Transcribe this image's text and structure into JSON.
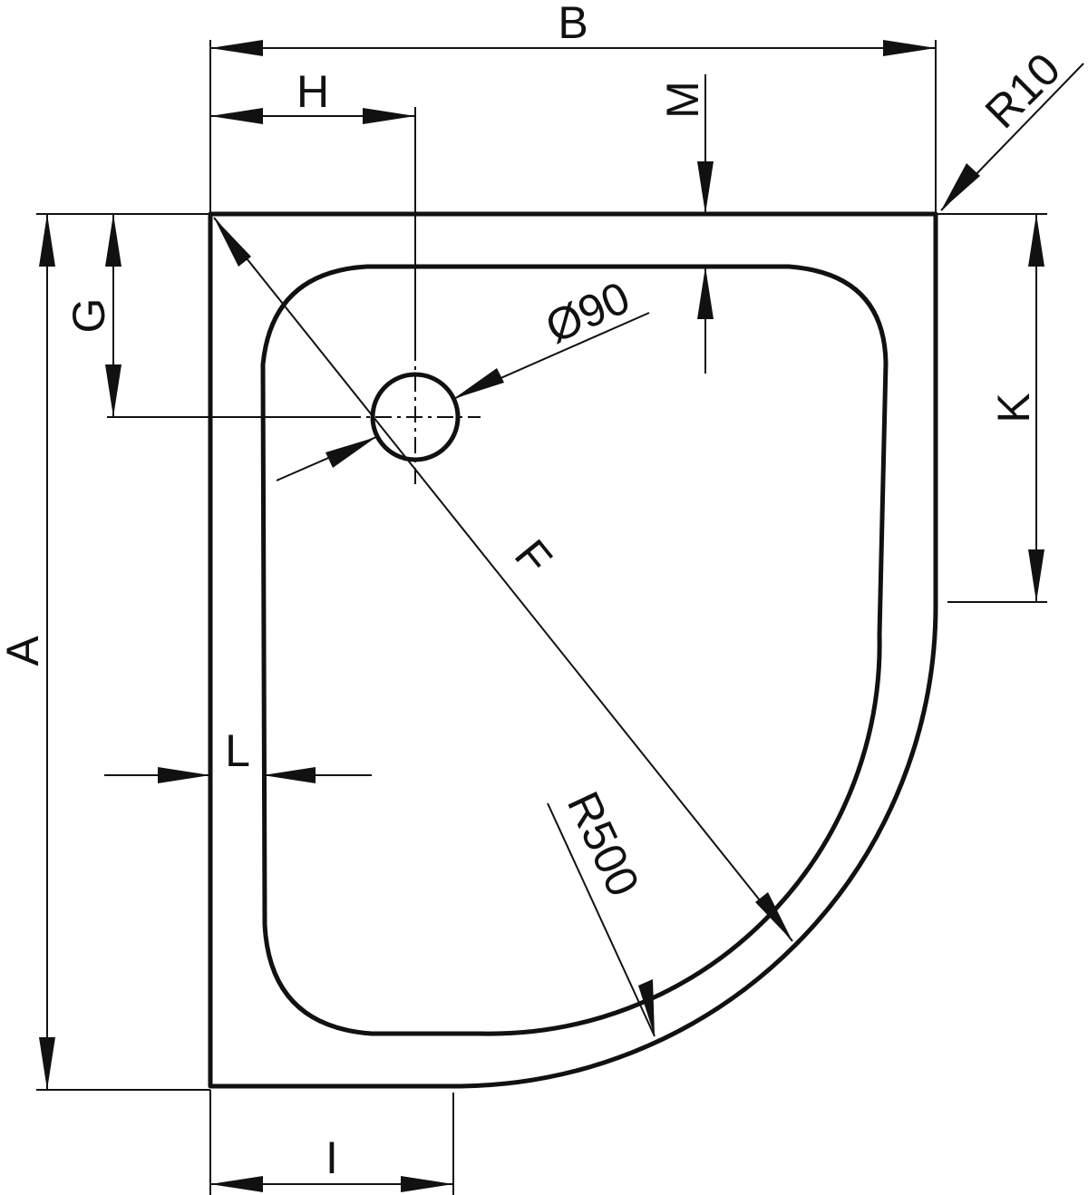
{
  "drawing": {
    "labels": {
      "B": "B",
      "H": "H",
      "M": "M",
      "R10": "R10",
      "G": "G",
      "Ø90": "Ø90",
      "K": "K",
      "F": "F",
      "A": "A",
      "L": "L",
      "R500": "R500",
      "I": "I"
    }
  }
}
